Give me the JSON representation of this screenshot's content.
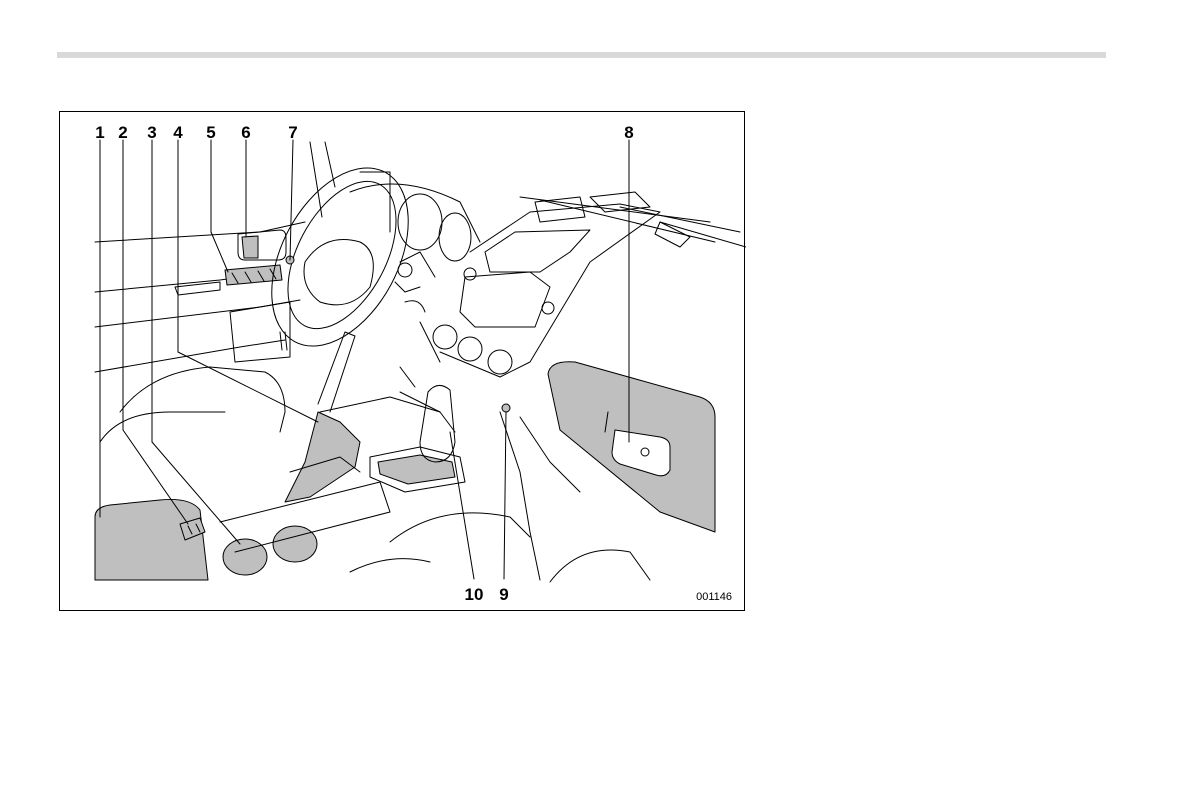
{
  "figure": {
    "code": "001146",
    "callouts": [
      "1",
      "2",
      "3",
      "4",
      "5",
      "6",
      "7",
      "8",
      "9",
      "10"
    ]
  },
  "colors": {
    "rule": "#d9d9d9",
    "fill_gray": "#bfbfbf",
    "line": "#000000"
  }
}
